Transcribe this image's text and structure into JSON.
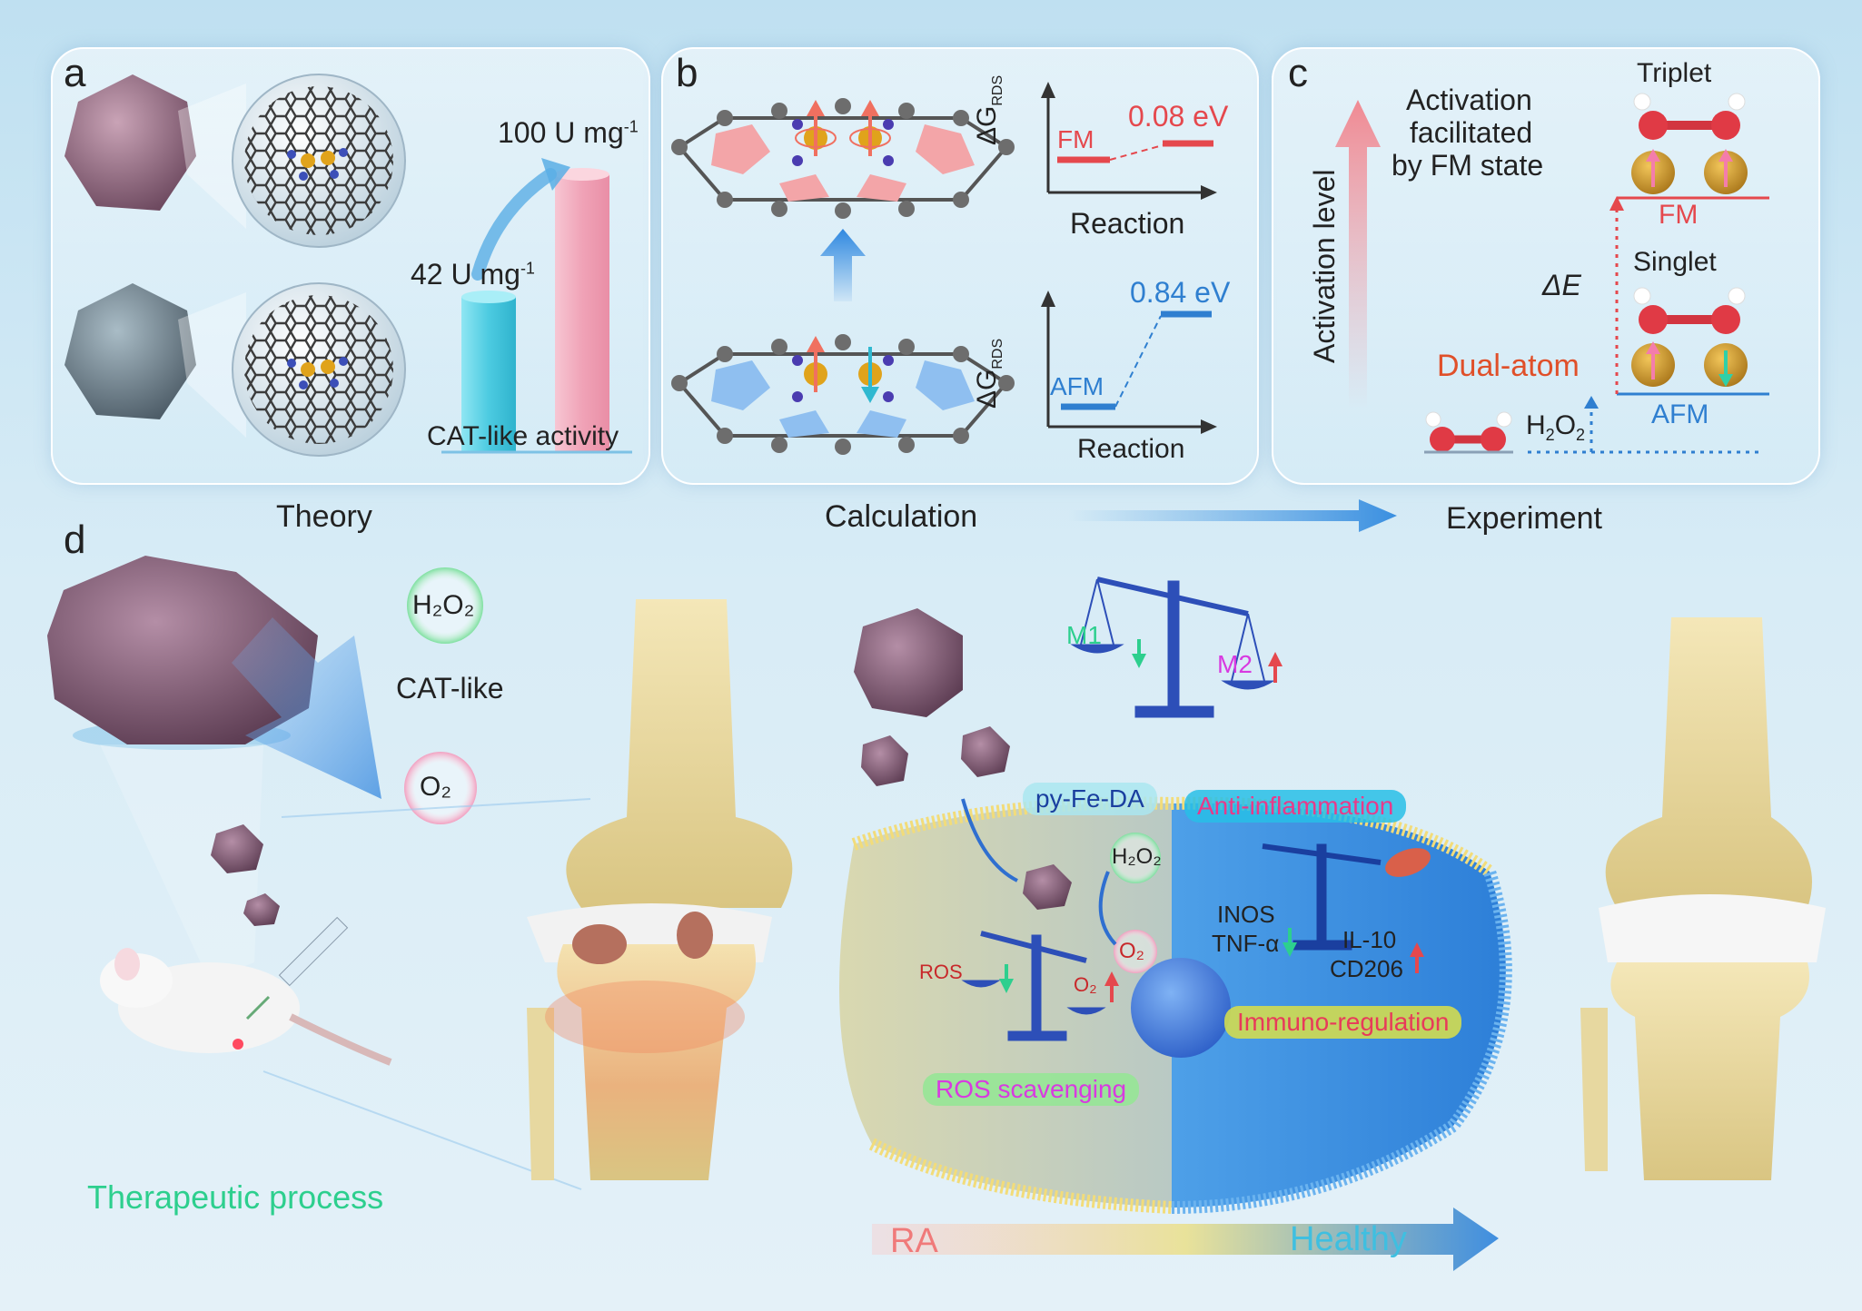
{
  "colors": {
    "fm": "#e5484d",
    "afm": "#2f7fd0",
    "pink_bar": "#f2a9bb",
    "cyan_bar": "#56d0e6",
    "accent_green": "#2dcf8e",
    "ra": "#f07a7a",
    "healthy": "#3f8ee0"
  },
  "panel_a": {
    "letter": "a",
    "value_high": "100  U mg",
    "value_high_sup": "-1",
    "value_low": "42  U mg",
    "value_low_sup": "-1",
    "caption": "CAT-like activity"
  },
  "panel_b": {
    "letter": "b",
    "top_chart": {
      "ylabel": "ΔG",
      "ylabel_sub": "RDS",
      "state": "FM",
      "energy": "0.08 eV",
      "xlabel": "Reaction"
    },
    "bottom_chart": {
      "ylabel": "ΔG",
      "ylabel_sub": "RDS",
      "state": "AFM",
      "energy": "0.84 eV",
      "xlabel": "Reaction"
    }
  },
  "panel_c": {
    "letter": "c",
    "axis_label": "Activation level",
    "note_line1": "Activation",
    "note_line2": "facilitated",
    "note_line3": "by FM state",
    "triplet": "Triplet",
    "fm": "FM",
    "singlet": "Singlet",
    "delta_e": "ΔE",
    "dual_atom": "Dual-atom",
    "h2o2": "H",
    "h2o2_sub": "2",
    "h2o2_tail": "O",
    "h2o2_sub2": "2",
    "afm": "AFM"
  },
  "stages": {
    "theory": "Theory",
    "calculation": "Calculation",
    "experiment": "Experiment"
  },
  "panel_d": {
    "letter": "d",
    "h2o2_bubble": "H₂O₂",
    "cat_like": "CAT-like",
    "o2_bubble": "O₂",
    "therapeutic": "Therapeutic process",
    "balance_top_left": "M1",
    "balance_top_right": "M2",
    "py_fe_da": "py-Fe-DA",
    "anti_inflammation": "Anti-inflammation",
    "cell_h2o2": "H₂O₂",
    "cell_o2": "O₂",
    "ros": "ROS",
    "o2_right": "O₂",
    "inos": "INOS",
    "tnf": "TNF-α",
    "il10": "IL-10",
    "cd206": "CD206",
    "immuno": "Immuno-regulation",
    "ros_scavenging": "ROS scavenging",
    "ra": "RA",
    "healthy": "Healthy"
  }
}
